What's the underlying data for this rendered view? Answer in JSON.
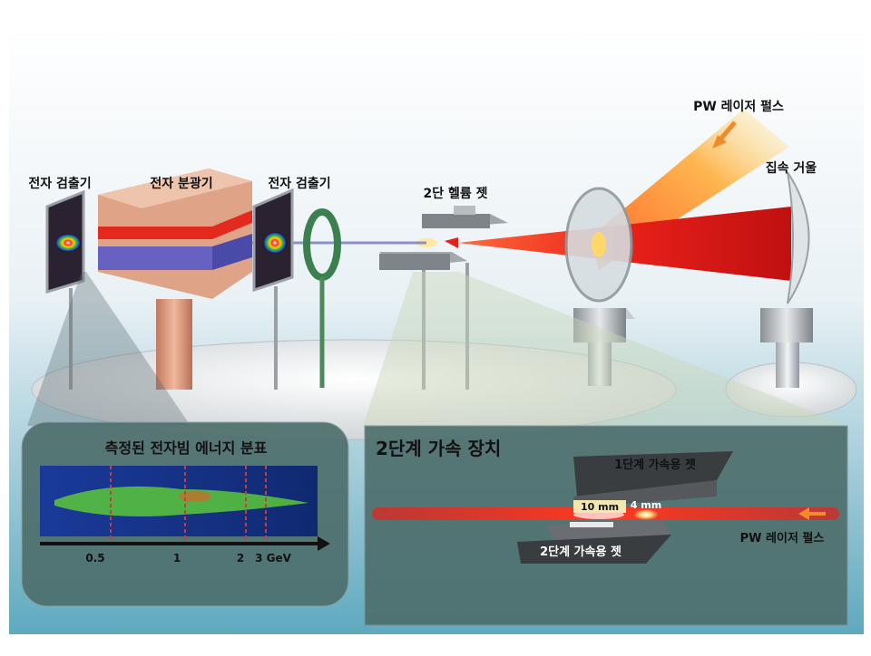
{
  "labels": {
    "pw_laser_pulse": "PW 레이저 펄스",
    "focusing_mirror": "집속 거울",
    "electron_detector_left": "전자 검출기",
    "electron_spectrometer": "전자 분광기",
    "electron_detector_right": "전자 검출기",
    "two_stage_helium_jet": "2단 헬륨 젯"
  },
  "spectrum_panel": {
    "title": "측정된 전자빔 에너지 분표",
    "ticks": [
      "0.5",
      "1",
      "2",
      "3 GeV"
    ]
  },
  "accel_panel": {
    "title": "2단계 가속 장치",
    "jet1": "1단계 가속용 젯",
    "jet2": "2단계 가속용 젯",
    "len1": "10 mm",
    "len2": "4 mm",
    "pw_laser_pulse": "PW 레이저 펄스"
  },
  "colors": {
    "laser": "#e8201a",
    "copper": "#e2a68a",
    "panel_bg": "#4e6f6d",
    "spectrum_bg": "#1e3a8a",
    "beam_green": "#5ac83a"
  }
}
